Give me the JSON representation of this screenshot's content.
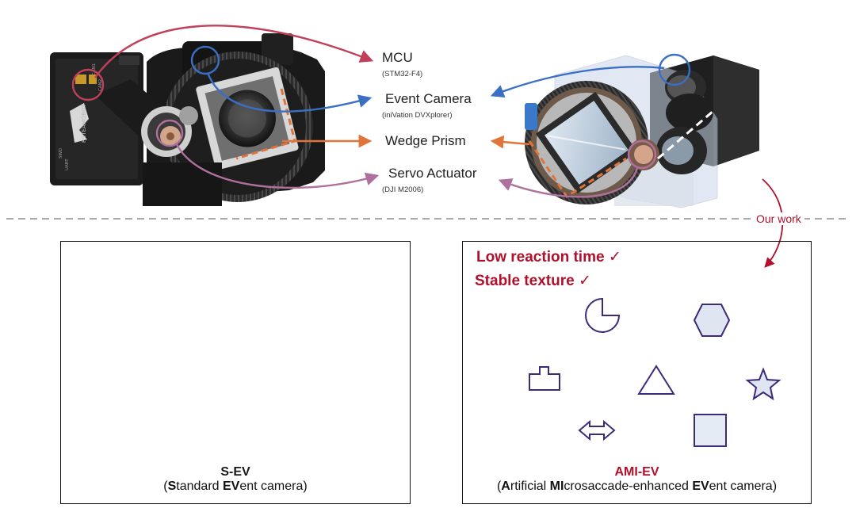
{
  "labels": {
    "mcu": {
      "name": "MCU",
      "detail": "(STM32-F4)"
    },
    "event_camera": {
      "name": "Event Camera",
      "detail": "(iniVation DVXplorer)"
    },
    "wedge_prism": {
      "name": "Wedge Prism"
    },
    "servo_actuator": {
      "name": "Servo Actuator",
      "detail": "(DJI M2006)"
    }
  },
  "our_work": "Our work",
  "left_panel": {
    "title": "S-EV",
    "subtitle_parts": [
      {
        "text": "(",
        "bold": false
      },
      {
        "text": "S",
        "bold": true
      },
      {
        "text": "tandard ",
        "bold": false
      },
      {
        "text": "EV",
        "bold": true
      },
      {
        "text": "ent camera)",
        "bold": false
      }
    ]
  },
  "right_panel": {
    "claims": [
      "Low reaction time",
      "Stable texture"
    ],
    "check_mark": "✓",
    "title": "AMI-EV",
    "subtitle_parts": [
      {
        "text": "(",
        "bold": false
      },
      {
        "text": "A",
        "bold": true
      },
      {
        "text": "rtificial ",
        "bold": false
      },
      {
        "text": "MI",
        "bold": true
      },
      {
        "text": "crosaccade-enhanced ",
        "bold": false
      },
      {
        "text": "EV",
        "bold": true
      },
      {
        "text": "ent camera)",
        "bold": false
      }
    ]
  },
  "hardware_marks": {
    "logo_text": "RSTEAMOBOT",
    "board_pins": [
      "CAN1",
      "CAN2",
      "SWD",
      "UART"
    ]
  },
  "colors": {
    "mcu_arrow": "#c0405a",
    "camera_arrow": "#3b6fc4",
    "prism_arrow": "#e0743a",
    "servo_arrow": "#b0709e",
    "accent_red": "#b0102a",
    "shape_stroke_left": "#4a4560",
    "shape_stroke_right": "#3d2a7a"
  }
}
